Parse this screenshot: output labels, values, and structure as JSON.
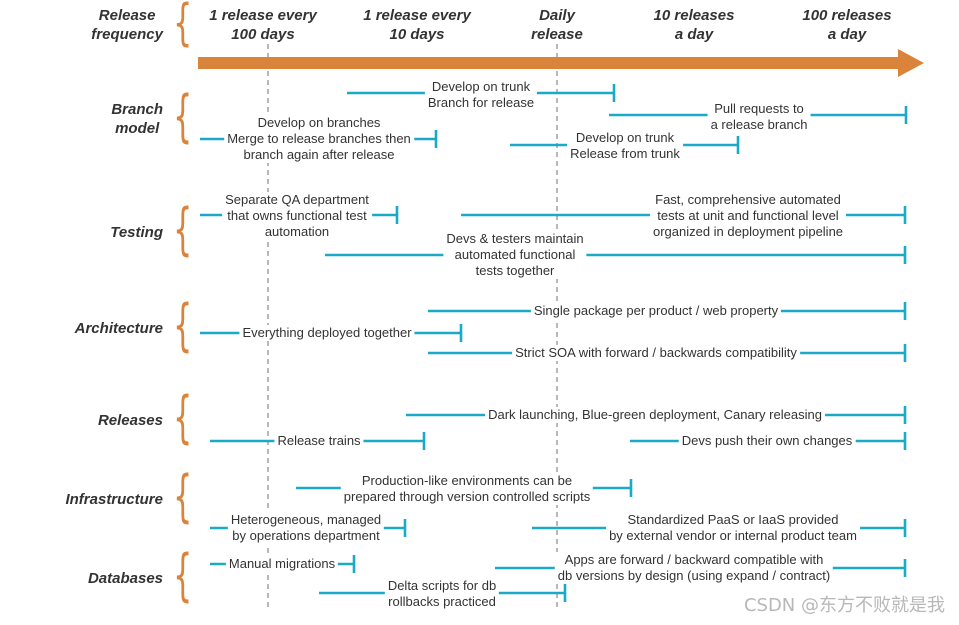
{
  "colors": {
    "accent": "#d9843a",
    "bar": "#1aa9c6",
    "text": "#333333",
    "guide": "#9a9a9a"
  },
  "header": {
    "row_label": [
      "Release",
      "frequency"
    ],
    "columns": [
      {
        "lines": [
          "1 release every",
          "100 days"
        ]
      },
      {
        "lines": [
          "1 release every",
          "10 days"
        ]
      },
      {
        "lines": [
          "Daily",
          "release"
        ]
      },
      {
        "lines": [
          "10 releases",
          "a day"
        ]
      },
      {
        "lines": [
          "100 releases",
          "a day"
        ]
      }
    ]
  },
  "rows": [
    {
      "label": [
        "Branch",
        "model"
      ]
    },
    {
      "label": [
        "Testing"
      ]
    },
    {
      "label": [
        "Architecture"
      ]
    },
    {
      "label": [
        "Releases"
      ]
    },
    {
      "label": [
        "Infrastructure"
      ]
    },
    {
      "label": [
        "Databases"
      ]
    }
  ],
  "bars": [
    {
      "row": 0,
      "lines": [
        "Develop on trunk",
        "Branch for release"
      ]
    },
    {
      "row": 0,
      "lines": [
        "Pull requests to",
        "a release branch"
      ]
    },
    {
      "row": 0,
      "lines": [
        "Develop on branches",
        "Merge to release branches then",
        "branch again after release"
      ]
    },
    {
      "row": 0,
      "lines": [
        "Develop on trunk",
        "Release from trunk"
      ]
    },
    {
      "row": 1,
      "lines": [
        "Separate QA department",
        "that owns functional test",
        "automation"
      ]
    },
    {
      "row": 1,
      "lines": [
        "Fast, comprehensive automated",
        "tests at unit and functional level",
        "organized in deployment pipeline"
      ]
    },
    {
      "row": 1,
      "lines": [
        "Devs & testers maintain",
        "automated functional",
        "tests together"
      ]
    },
    {
      "row": 2,
      "lines": [
        "Single package per product / web property"
      ]
    },
    {
      "row": 2,
      "lines": [
        "Everything deployed together"
      ]
    },
    {
      "row": 2,
      "lines": [
        "Strict SOA with forward / backwards compatibility"
      ]
    },
    {
      "row": 3,
      "lines": [
        "Dark launching, Blue-green deployment, Canary releasing"
      ]
    },
    {
      "row": 3,
      "lines": [
        "Release trains"
      ]
    },
    {
      "row": 3,
      "lines": [
        "Devs push their own changes"
      ]
    },
    {
      "row": 4,
      "lines": [
        "Production-like environments can be",
        "prepared through version controlled scripts"
      ]
    },
    {
      "row": 4,
      "lines": [
        "Heterogeneous, managed",
        "by operations department"
      ]
    },
    {
      "row": 4,
      "lines": [
        "Standardized PaaS or IaaS provided",
        "by external vendor or internal product team"
      ]
    },
    {
      "row": 5,
      "lines": [
        "Manual migrations"
      ]
    },
    {
      "row": 5,
      "lines": [
        "Apps are forward / backward compatible with",
        "db versions by design (using expand / contract)"
      ]
    },
    {
      "row": 5,
      "lines": [
        "Delta scripts for db",
        "rollbacks practiced"
      ]
    }
  ],
  "watermark": "CSDN @东方不败就是我"
}
